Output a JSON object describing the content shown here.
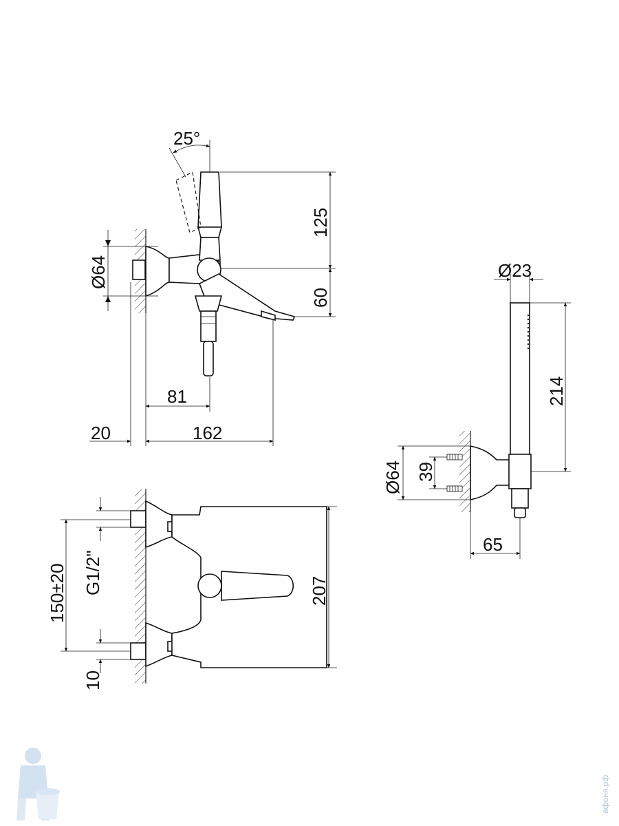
{
  "dimensions": {
    "angle": "25°",
    "handle_height": "125",
    "spout_drop": "60",
    "flange_diameter": "Ø64",
    "handle_offset": "81",
    "wall_offset": "20",
    "total_depth": "162",
    "thread_spacing": "150±20",
    "thread_size": "G1/2\"",
    "inlet_offset": "10",
    "body_width": "207",
    "shower_diameter": "Ø23",
    "shower_length": "214",
    "holder_flange_diameter": "Ø64",
    "holder_screw_spacing": "39",
    "holder_depth": "65"
  },
  "watermark": {
    "site": "афоня.рф",
    "logo": "plumber-mascot-logo"
  }
}
